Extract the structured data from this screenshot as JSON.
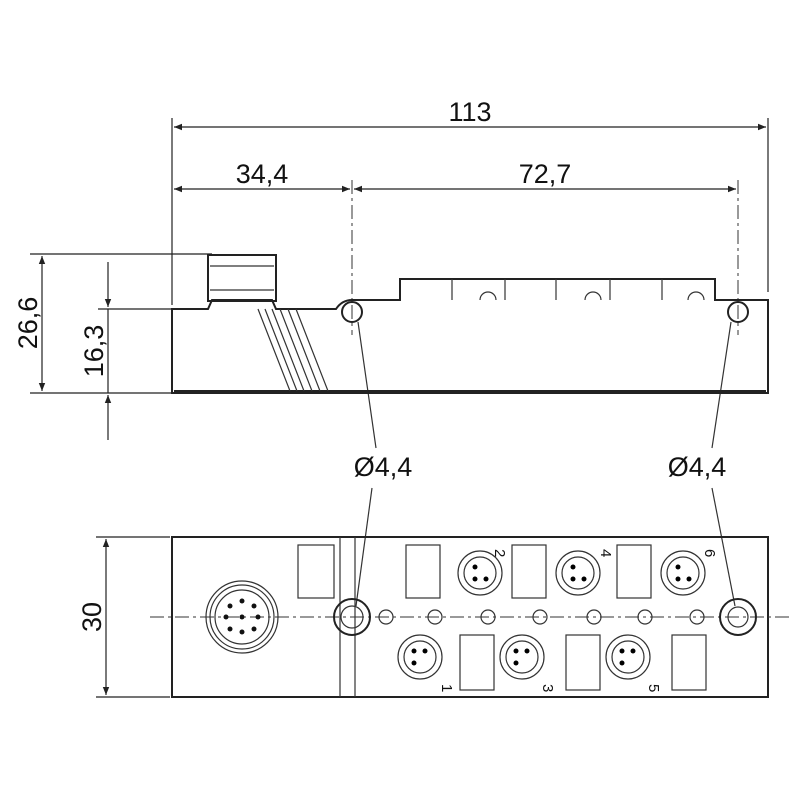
{
  "dimensions": {
    "overall_length": "113",
    "left_offset": "34,4",
    "hole_spacing": "72,7",
    "total_height": "26,6",
    "body_height": "16,3",
    "width": "30",
    "hole_diameter_left": "Ø4,4",
    "hole_diameter_right": "Ø4,4"
  },
  "ports": {
    "top_row": [
      "2",
      "4",
      "6"
    ],
    "bottom_row": [
      "1",
      "3",
      "5"
    ]
  },
  "colors": {
    "line": "#222222",
    "background": "#ffffff"
  }
}
